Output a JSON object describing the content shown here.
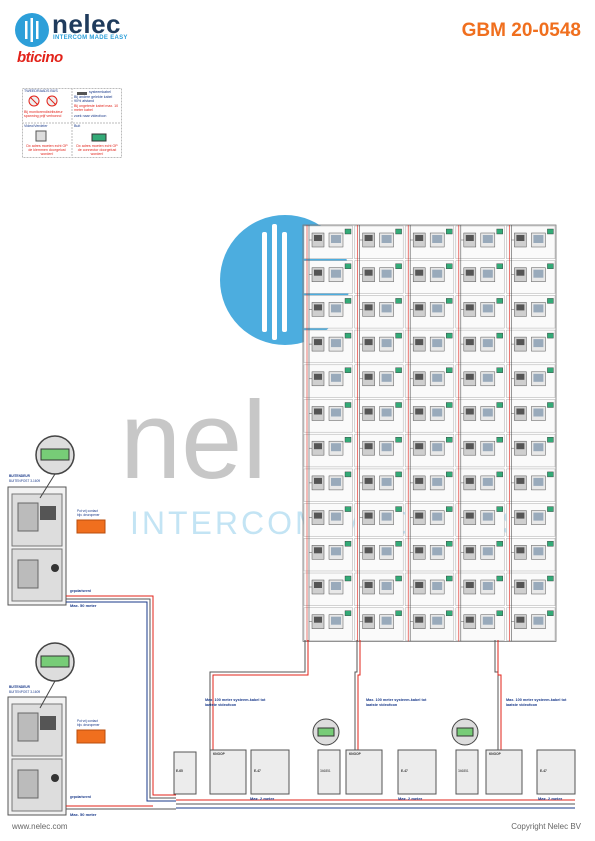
{
  "header": {
    "brand_name": "nelec",
    "brand_tagline": "INTERCOM MADE EASY",
    "partner_brand": "bticino",
    "document_code": "GBM 20-0548"
  },
  "watermark": {
    "word": "nelec",
    "tagline": "INTERCOM MADE EASY"
  },
  "legend": {
    "twisted_pair_title": "TWEEDRAADS BUS",
    "twisted_pair_note": "Bij monitorendistributeur spanning prijf verbonnd",
    "system_cable_title": "systeemkabel",
    "system_cable_note_1": "Bij andere gelekte kabel 90% afstand",
    "system_cable_note_2": "Bij ongeteste kabel max. 10 meter kabel",
    "system_cable_note_3": "zoek naar videofoon",
    "video_label": "Video/Verdeler",
    "out_label": "Buit",
    "warning_left": "Dx adres moeten echt OP de klemmen doorgelust worden!",
    "warning_right": "Dx adres moeten echt OP de connector doorgelust worden!"
  },
  "panels": [
    {
      "title": "BUITENDEUR",
      "subtitle": "BUITENPOST 3-1609",
      "relay_note": "Pot vrij contact",
      "relay_note_2": "bijv. deuropener",
      "wire_label": "gepolariseerd",
      "max_label": "Max. 50 meter"
    },
    {
      "title": "BUITENDEUR",
      "subtitle": "BUITENPOST 3-1609",
      "relay_note": "Pot vrij contact",
      "relay_note_2": "bijv. deuropener",
      "wire_label": "gepolariseerd",
      "max_label": "Max. 50 meter"
    }
  ],
  "riser_notes": [
    "Max. 100 meter systeem-kabel tot laatste videofoon",
    "Max. 100 meter systeem-kabel tot laatste videofoon",
    "Max. 100 meter systeem-kabel tot laatste videofoon"
  ],
  "bottom": {
    "psu_label": "E-65",
    "knoop_label": "KNOOP",
    "e47_label": "E-47",
    "distributor_code": "346851",
    "max2_label": "Max. 2 meter"
  },
  "colors": {
    "accent_orange": "#f06f1e",
    "brand_blue": "#2d9fd9",
    "brand_navy": "#1f3b5c",
    "bticino_red": "#e2231a",
    "wire_red": "#e2231a",
    "wire_dark": "#555555",
    "wire_blue": "#1a3a8a"
  },
  "footer": {
    "url": "www.nelec.com",
    "copyright": "Copyright Nelec BV"
  }
}
